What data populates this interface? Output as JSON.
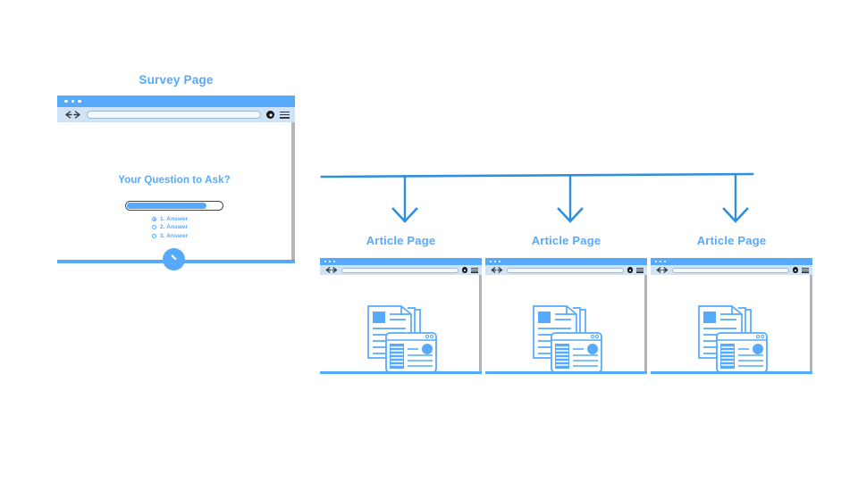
{
  "palette": {
    "primary_blue": "#2f8fdd",
    "light_blue": "#56aafc",
    "titlebar_blue": "#56aafc",
    "toolbar_blue": "#cfe3f6",
    "scrollbar_gray": "#b0b5bb",
    "dark": "#333b44",
    "white": "#ffffff"
  },
  "survey": {
    "title": "Survey Page",
    "question": "Your Question to Ask?",
    "progress_percent": 84,
    "browser": {
      "dots": [
        "dot-1",
        "dot-2",
        "dot-3"
      ],
      "back_forward": "←→",
      "url_value": "",
      "url_placeholder": "",
      "record_icon": "record-icon",
      "menu_icon": "hamburger-menu-icon"
    },
    "answers": [
      {
        "label": "1. Answer",
        "selected": true
      },
      {
        "label": "2. Answer",
        "selected": false
      },
      {
        "label": "3. Answer",
        "selected": false
      }
    ],
    "next_button_icon": "chevron-right-icon"
  },
  "connector": {
    "type": "one-to-many-arrows",
    "arrow_count": 3,
    "color": "#2f8fdd"
  },
  "articles": [
    {
      "title": "Article Page",
      "browser": {
        "dots": [
          "dot-1",
          "dot-2",
          "dot-3"
        ],
        "back_forward": "←→",
        "url_value": "",
        "record_icon": "record-icon",
        "menu_icon": "hamburger-menu-icon"
      },
      "illustration": "article-documents-illustration"
    },
    {
      "title": "Article Page",
      "browser": {
        "dots": [
          "dot-1",
          "dot-2",
          "dot-3"
        ],
        "back_forward": "←→",
        "url_value": "",
        "record_icon": "record-icon",
        "menu_icon": "hamburger-menu-icon"
      },
      "illustration": "article-documents-illustration"
    },
    {
      "title": "Article Page",
      "browser": {
        "dots": [
          "dot-1",
          "dot-2",
          "dot-3"
        ],
        "back_forward": "←→",
        "url_value": "",
        "record_icon": "record-icon",
        "menu_icon": "hamburger-menu-icon"
      },
      "illustration": "article-documents-illustration"
    }
  ]
}
